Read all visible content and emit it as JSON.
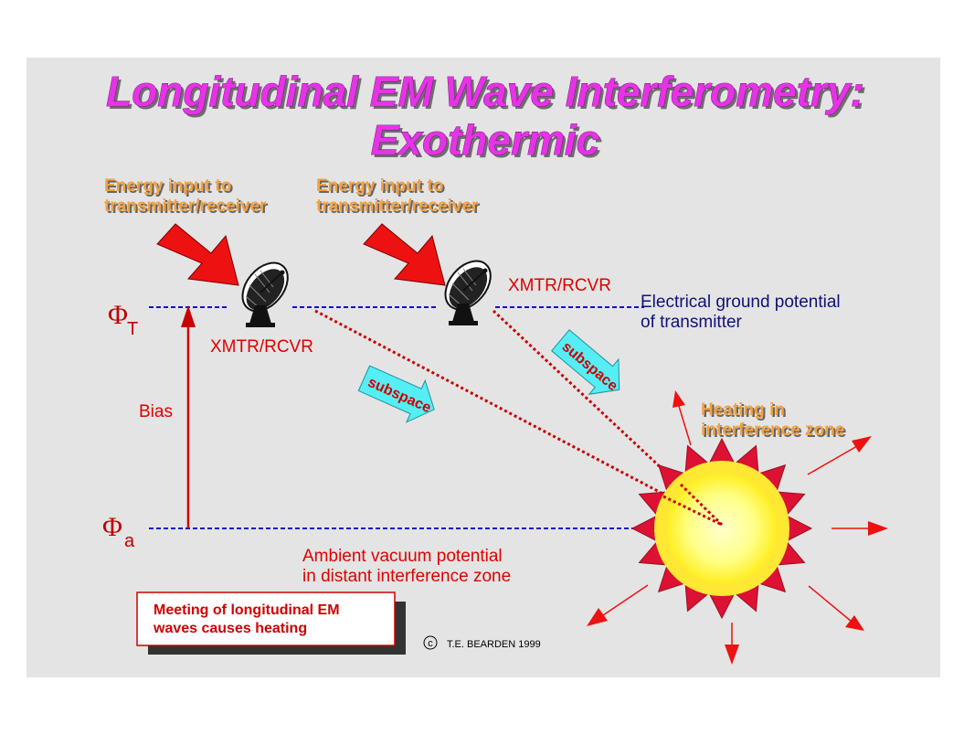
{
  "title": {
    "line1": "Longitudinal EM Wave Interferometry:",
    "line2": "Exothermic"
  },
  "energy_labels": [
    {
      "line1": "Energy input to",
      "line2": "transmitter/receiver"
    },
    {
      "line1": "Energy input to",
      "line2": "transmitter/receiver"
    }
  ],
  "transceivers": {
    "left_label": "XMTR/RCVR",
    "right_label": "XMTR/RCVR"
  },
  "potentials": {
    "transmitter_symbol": "Φ",
    "transmitter_subscript": "T",
    "ambient_symbol": "Φ",
    "ambient_subscript": "a",
    "bias_label": "Bias",
    "transmitter_desc": {
      "line1": "Electrical ground potential",
      "line2": "of transmitter"
    },
    "ambient_desc": {
      "line1": "Ambient vacuum potential",
      "line2": "in distant interference zone"
    }
  },
  "subspace": {
    "label1": "subspace",
    "label2": "subspace"
  },
  "heating": {
    "line1": "Heating in",
    "line2": "interference zone"
  },
  "note": {
    "line1": "Meeting of longitudinal EM",
    "line2": "waves causes heating"
  },
  "copyright": {
    "symbol": "c",
    "text": "T.E. BEARDEN 1999"
  },
  "colors": {
    "title": "#e633e6",
    "energy_label": "#f2a040",
    "arrows": "#ee1111",
    "potential_lines": "#1010c8",
    "wave_paths": "#c80000",
    "subspace_arrow": "#55eef4",
    "sun_outer": "#dd1133",
    "sun_mid": "#ffee33",
    "sun_core": "#ffff99",
    "background": "#e4e4e4"
  }
}
